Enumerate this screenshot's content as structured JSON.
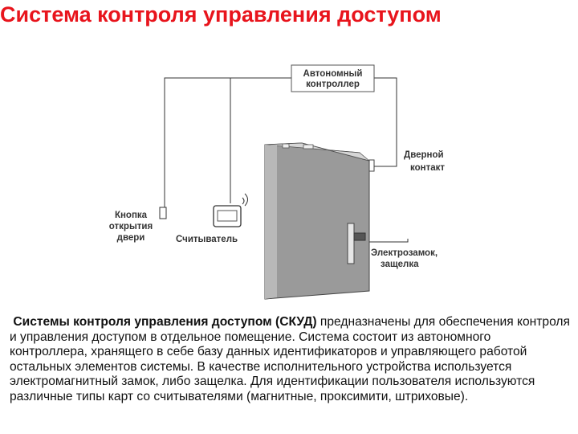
{
  "title": "Система контроля управления доступом",
  "diagram": {
    "controller_label_1": "Автономный",
    "controller_label_2": "контроллер",
    "door_contact_label_1": "Дверной",
    "door_contact_label_2": "контакт",
    "button_label_1": "Кнопка",
    "button_label_2": "открытия",
    "button_label_3": "двери",
    "reader_label": "Считыватель",
    "lock_label_1": "Электрозамок,",
    "lock_label_2": "защелка"
  },
  "description": {
    "lead_bold": "Системы контроля управления доступом (СКУД)",
    "body": " предназначены для обеспечения контроля и управления доступом в отдельное помещение. Система состоит из автономного контроллера, хранящего в себе базу данных идентификаторов и управляющего работой остальных элементов системы. В качестве исполнительного устройства используется электромагнитный замок, либо защелка. Для идентификации пользователя используются различные типы карт со считывателями (магнитные, проксимити, штриховые)."
  },
  "colors": {
    "title": "#e8141c",
    "door_face": "#9a9a9a",
    "door_edge": "#c8c8c8",
    "wire": "#333333"
  }
}
